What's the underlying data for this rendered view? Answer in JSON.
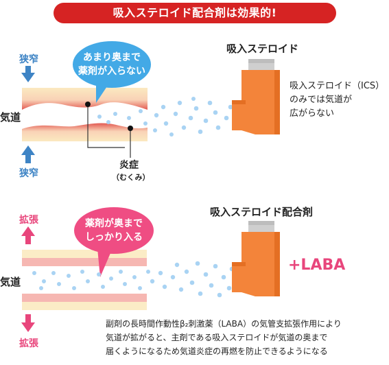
{
  "banner_title": "吸入ステロイド配合剤は効果的!",
  "top_panel": {
    "narrow_top_label": "狭窄",
    "narrow_bottom_label": "狭窄",
    "airway_label": "気道",
    "bubble_line1": "あまり奥まで",
    "bubble_line2": "薬剤が入らない",
    "inflammation_label": "炎症",
    "swelling_label": "（むくみ）",
    "inhaler_title": "吸入ステロイド",
    "description_lines": [
      "吸入ステロイド（ICS）",
      "のみでは気道が",
      "広がらない"
    ]
  },
  "bottom_panel": {
    "expand_top_label": "拡張",
    "expand_bottom_label": "拡張",
    "airway_label": "気道",
    "bubble_line1": "薬剤が奥まで",
    "bubble_line2": "しっかり入る",
    "inhaler_title": "吸入ステロイド配合剤",
    "laba_label": "+LABA",
    "explanation_lines": [
      "副剤の長時間作動性β₂刺激薬（LABA）の気管支拡張作用により",
      "気道が拡がると、主剤である吸入ステロイドが気道の奥まで",
      "届くようになるため気道炎症の再燃を防止できるようになる"
    ]
  },
  "colors": {
    "banner": "#d62323",
    "narrow_arrow": "#3e84c5",
    "expand_arrow": "#e8467c",
    "bubble_blue": "#43a9e6",
    "bubble_pink": "#ef4d83",
    "inhaler_orange": "#f3843a",
    "mucosa_pink": "#f6b7b2",
    "tissue_cream": "#fbecc6",
    "particle_blue": "#a9d3f3"
  }
}
